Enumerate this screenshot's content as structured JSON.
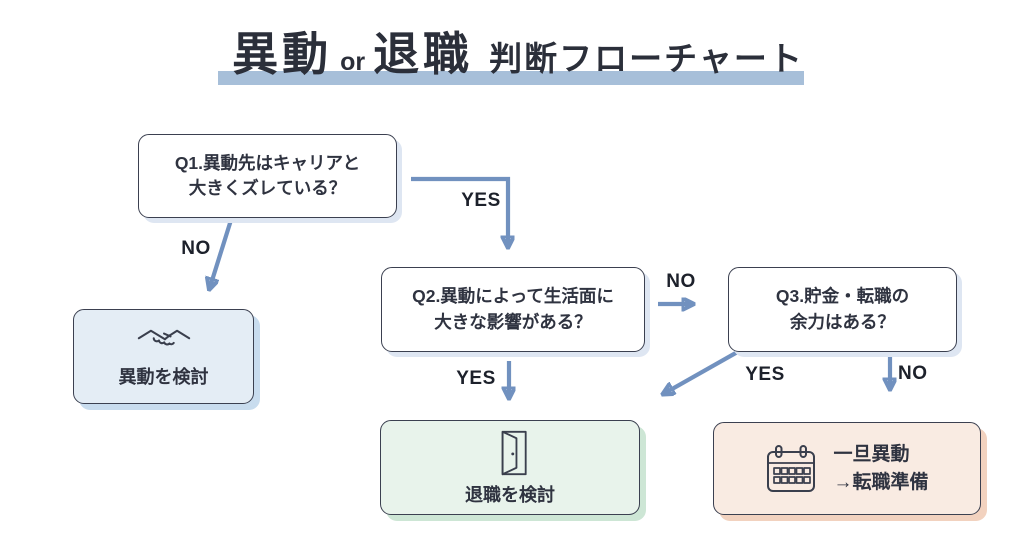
{
  "title": {
    "word1": "異動",
    "conjunction": "or",
    "word2": "退職",
    "suffix": "判断フローチャート"
  },
  "questions": {
    "q1": {
      "line1": "Q1.異動先はキャリアと",
      "line2": "大きくズレている？"
    },
    "q2": {
      "line1": "Q2.異動によって生活面に",
      "line2": "大きな影響がある？"
    },
    "q3": {
      "line1": "Q3.貯金・転職の",
      "line2": "余力はある？"
    }
  },
  "outcomes": {
    "transfer": {
      "label": "異動を検討",
      "icon": "handshake-icon"
    },
    "resign": {
      "label": "退職を検討",
      "icon": "door-icon"
    },
    "prepare": {
      "line1": "一旦異動",
      "line2": "→転職準備",
      "icon": "calendar-icon"
    }
  },
  "edge_labels": {
    "q1_yes": "YES",
    "q1_no": "NO",
    "q2_no": "NO",
    "q2_yes": "YES",
    "q3_yes": "YES",
    "q3_no": "NO"
  },
  "colors": {
    "arrow": "#7191bf",
    "title_underline": "#a7bfd9",
    "title_text": "#2b2f3a",
    "box_border": "#3b4050",
    "box_text": "#2f3340",
    "question_fill": "#ffffff",
    "question_shadow": "#dee6f2",
    "transfer_fill": "#e4edf5",
    "resign_fill": "#e8f3eb",
    "prepare_fill": "#f9ebe2"
  }
}
